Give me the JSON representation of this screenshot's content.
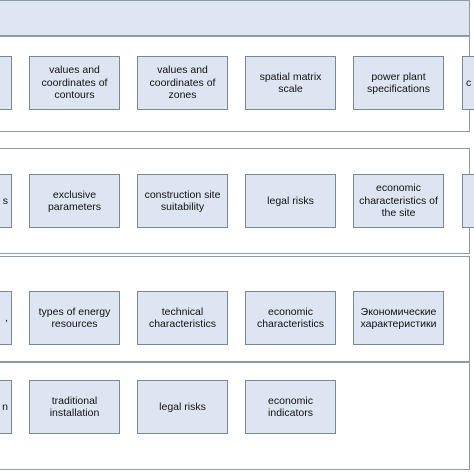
{
  "rows": [
    {
      "boxes": [
        {
          "label": ""
        },
        {
          "label": "values and coordinates of contours"
        },
        {
          "label": "values and coordinates of zones"
        },
        {
          "label": "spatial matrix scale"
        },
        {
          "label": "power plant specifications"
        },
        {
          "label": "c"
        }
      ]
    },
    {
      "boxes": [
        {
          "label": "s"
        },
        {
          "label": "exclusive parameters"
        },
        {
          "label": "construction site suitability"
        },
        {
          "label": "legal risks"
        },
        {
          "label": "economic characteristics of the site"
        },
        {
          "label": ""
        }
      ]
    },
    {
      "boxes": [
        {
          "label": ","
        },
        {
          "label": "types of energy resources"
        },
        {
          "label": "technical characteristics"
        },
        {
          "label": "economic characteristics"
        },
        {
          "label": "Экономические характеристики"
        }
      ]
    },
    {
      "boxes": [
        {
          "label": "n"
        },
        {
          "label": "traditional installation"
        },
        {
          "label": "legal risks"
        },
        {
          "label": "economic indicators"
        }
      ]
    }
  ]
}
